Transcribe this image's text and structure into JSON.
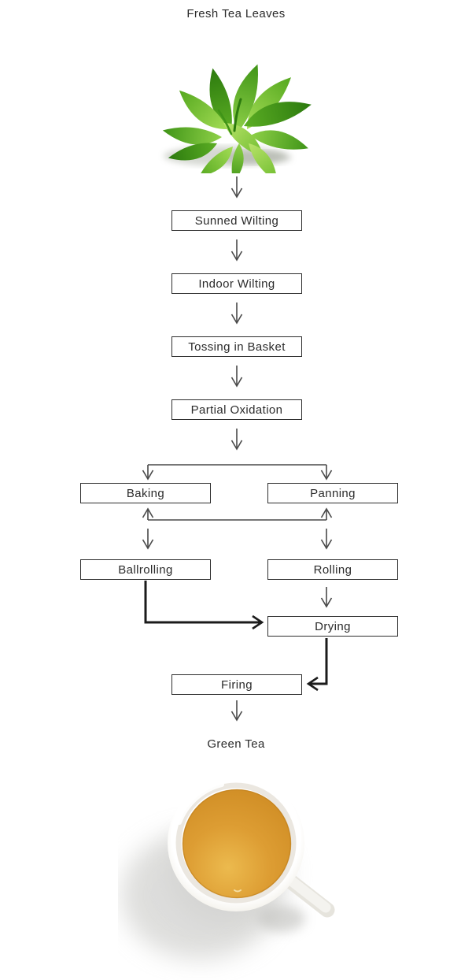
{
  "flow": {
    "title": "Fresh Tea Leaves",
    "end_label": "Green Tea",
    "nodes": [
      {
        "id": "sunned-wilting",
        "label": "Sunned Wilting"
      },
      {
        "id": "indoor-wilting",
        "label": "Indoor Wilting"
      },
      {
        "id": "tossing-in-basket",
        "label": "Tossing in Basket"
      },
      {
        "id": "partial-oxidation",
        "label": "Partial Oxidation"
      },
      {
        "id": "baking",
        "label": "Baking"
      },
      {
        "id": "panning",
        "label": "Panning"
      },
      {
        "id": "ballrolling",
        "label": "Ballrolling"
      },
      {
        "id": "rolling",
        "label": "Rolling"
      },
      {
        "id": "drying",
        "label": "Drying"
      },
      {
        "id": "firing",
        "label": "Firing"
      }
    ],
    "edges": [
      {
        "from": "fresh-tea-leaves",
        "to": "sunned-wilting"
      },
      {
        "from": "sunned-wilting",
        "to": "indoor-wilting"
      },
      {
        "from": "indoor-wilting",
        "to": "tossing-in-basket"
      },
      {
        "from": "tossing-in-basket",
        "to": "partial-oxidation"
      },
      {
        "from": "partial-oxidation",
        "to": "baking"
      },
      {
        "from": "partial-oxidation",
        "to": "panning"
      },
      {
        "from": "baking",
        "to": "panning",
        "bidirectional": true
      },
      {
        "from": "baking",
        "to": "ballrolling"
      },
      {
        "from": "panning",
        "to": "rolling"
      },
      {
        "from": "ballrolling",
        "to": "drying",
        "emphasis": true
      },
      {
        "from": "rolling",
        "to": "drying"
      },
      {
        "from": "drying",
        "to": "firing",
        "emphasis": true
      },
      {
        "from": "firing",
        "to": "green-tea"
      }
    ],
    "images": [
      {
        "name": "fresh-tea-leaves-photo",
        "alt": "Pile of fresh green tea leaves"
      },
      {
        "name": "green-tea-cup-photo",
        "alt": "Top view of a white cup filled with amber green tea"
      }
    ],
    "colors": {
      "background": "#ffffff",
      "box_border": "#2e2e2e",
      "text": "#2b2b2b",
      "arrow_line": "#4a4a4a",
      "emphasis_line": "#1b1b1b",
      "leaf_green": "#56b224",
      "tea_amber": "#dd9d33"
    }
  }
}
